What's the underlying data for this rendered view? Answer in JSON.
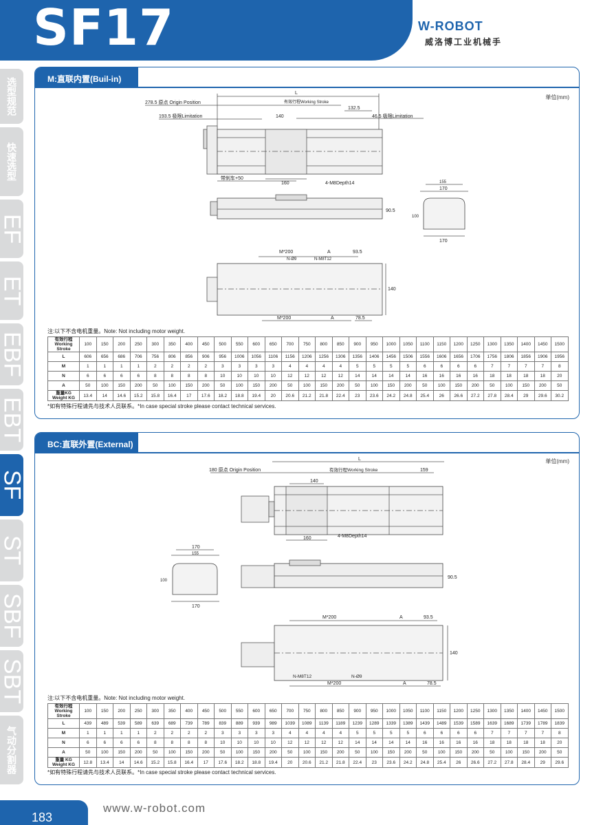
{
  "header": {
    "title": "SF17",
    "brand": "W-ROBOT",
    "brand_cn": "威洛博工业机械手"
  },
  "sidebar": {
    "tabs": [
      {
        "label": "选型规范",
        "size": "sm",
        "active": false
      },
      {
        "label": "快速选型",
        "size": "sm",
        "active": false
      },
      {
        "label": "EF",
        "size": "lg",
        "active": false
      },
      {
        "label": "ET",
        "size": "lg",
        "active": false
      },
      {
        "label": "EBF",
        "size": "lg",
        "active": false
      },
      {
        "label": "EBT",
        "size": "lg",
        "active": false
      },
      {
        "label": "SF",
        "size": "lg",
        "active": true
      },
      {
        "label": "ST",
        "size": "lg",
        "active": false
      },
      {
        "label": "SBF",
        "size": "lg",
        "active": false
      },
      {
        "label": "SBT",
        "size": "lg",
        "active": false
      },
      {
        "label": "气动分割器",
        "size": "sm",
        "active": false
      }
    ]
  },
  "section_m": {
    "title": "M:直联内置(Buil-in)",
    "unit": "单位(mm)",
    "labels": {
      "L": "L",
      "origin": "278.5 原点 Origin Position",
      "stroke": "有效行程Working Stroke",
      "d1325": "132.5",
      "limit_left": "193.5 极限Limitation",
      "d140": "140",
      "limit_right": "46.5 极限Limitation",
      "brake": "带刹车+50",
      "d160": "160",
      "tap": "4-M8Depth14",
      "d170": "170",
      "d155": "155",
      "d100": "100",
      "d170b": "170",
      "d905": "90.5",
      "m200": "M*200",
      "A": "A",
      "d935": "93.5",
      "n9": "N-Ø9",
      "n8": "N-M8T12",
      "d140v": "140",
      "m200b": "M*200",
      "Ab": "A",
      "d785": "78.5"
    },
    "note": "注:以下不含电机重量。Note: Not including motor weight.",
    "footnote": "*如有特殊行程请先与技术人员联系。*In case special stroke please contact technical services.",
    "rows": [
      {
        "head": "有效行程 Working Stroke",
        "values": [
          "100",
          "150",
          "200",
          "250",
          "300",
          "350",
          "400",
          "450",
          "500",
          "550",
          "600",
          "650",
          "700",
          "750",
          "800",
          "850",
          "900",
          "950",
          "1000",
          "1050",
          "1100",
          "1150",
          "1200",
          "1250",
          "1300",
          "1350",
          "1400",
          "1450",
          "1500"
        ]
      },
      {
        "head": "L",
        "values": [
          "606",
          "656",
          "686",
          "706",
          "756",
          "806",
          "856",
          "906",
          "956",
          "1006",
          "1056",
          "1106",
          "1156",
          "1206",
          "1256",
          "1306",
          "1356",
          "1406",
          "1456",
          "1506",
          "1556",
          "1606",
          "1656",
          "1706",
          "1756",
          "1806",
          "1856",
          "1906",
          "1956"
        ]
      },
      {
        "head": "M",
        "values": [
          "1",
          "1",
          "1",
          "1",
          "2",
          "2",
          "2",
          "2",
          "3",
          "3",
          "3",
          "3",
          "4",
          "4",
          "4",
          "4",
          "5",
          "5",
          "5",
          "5",
          "6",
          "6",
          "6",
          "6",
          "7",
          "7",
          "7",
          "7",
          "8"
        ]
      },
      {
        "head": "N",
        "values": [
          "6",
          "6",
          "6",
          "6",
          "8",
          "8",
          "8",
          "8",
          "10",
          "10",
          "10",
          "10",
          "12",
          "12",
          "12",
          "12",
          "14",
          "14",
          "14",
          "14",
          "16",
          "16",
          "16",
          "16",
          "18",
          "18",
          "18",
          "18",
          "20"
        ]
      },
      {
        "head": "A",
        "values": [
          "50",
          "100",
          "150",
          "200",
          "50",
          "100",
          "150",
          "200",
          "50",
          "100",
          "150",
          "200",
          "50",
          "100",
          "150",
          "200",
          "50",
          "100",
          "150",
          "200",
          "50",
          "100",
          "150",
          "200",
          "50",
          "100",
          "150",
          "200",
          "50"
        ]
      },
      {
        "head": "重量KG Weight KG",
        "values": [
          "13.4",
          "14",
          "14.6",
          "15.2",
          "15.8",
          "16.4",
          "17",
          "17.6",
          "18.2",
          "18.8",
          "19.4",
          "20",
          "20.6",
          "21.2",
          "21.8",
          "22.4",
          "23",
          "23.6",
          "24.2",
          "24.8",
          "25.4",
          "26",
          "26.6",
          "27.2",
          "27.8",
          "28.4",
          "29",
          "29.6",
          "30.2"
        ]
      }
    ]
  },
  "section_bc": {
    "title": "BC:直联外置(External)",
    "unit": "单位(mm)",
    "labels": {
      "L": "L",
      "origin": "180 原点 Origin Position",
      "stroke": "有效行程Working Stroke",
      "d159": "159",
      "d140": "140",
      "d160": "160",
      "tap": "4-M8Depth14",
      "d170": "170",
      "d155": "155",
      "d100": "100",
      "d170b": "170",
      "d905": "90.5",
      "m200": "M*200",
      "A": "A",
      "d935": "93.5",
      "d140v": "140",
      "n8": "N-M8T12",
      "n9": "N-Ø9",
      "m200b": "M*200",
      "Ab": "A",
      "d785": "78.5"
    },
    "note": "注:以下不含电机重量。Note: Not including motor weight.",
    "footnote": "*如有特殊行程请先与技术人员联系。*In case special stroke please contact technical services.",
    "rows": [
      {
        "head": "有效行程 Working Stroke",
        "values": [
          "100",
          "150",
          "200",
          "250",
          "300",
          "350",
          "400",
          "450",
          "500",
          "550",
          "600",
          "650",
          "700",
          "750",
          "800",
          "850",
          "900",
          "950",
          "1000",
          "1050",
          "1100",
          "1150",
          "1200",
          "1250",
          "1300",
          "1350",
          "1400",
          "1450",
          "1500"
        ]
      },
      {
        "head": "L",
        "values": [
          "439",
          "489",
          "539",
          "589",
          "639",
          "689",
          "739",
          "789",
          "839",
          "889",
          "939",
          "989",
          "1039",
          "1089",
          "1139",
          "1189",
          "1239",
          "1289",
          "1339",
          "1389",
          "1439",
          "1489",
          "1539",
          "1589",
          "1639",
          "1689",
          "1739",
          "1789",
          "1839"
        ]
      },
      {
        "head": "M",
        "values": [
          "1",
          "1",
          "1",
          "1",
          "2",
          "2",
          "2",
          "2",
          "3",
          "3",
          "3",
          "3",
          "4",
          "4",
          "4",
          "4",
          "5",
          "5",
          "5",
          "5",
          "6",
          "6",
          "6",
          "6",
          "7",
          "7",
          "7",
          "7",
          "8"
        ]
      },
      {
        "head": "N",
        "values": [
          "6",
          "6",
          "6",
          "6",
          "8",
          "8",
          "8",
          "8",
          "10",
          "10",
          "10",
          "10",
          "12",
          "12",
          "12",
          "12",
          "14",
          "14",
          "14",
          "14",
          "16",
          "16",
          "16",
          "16",
          "18",
          "18",
          "18",
          "18",
          "20"
        ]
      },
      {
        "head": "A",
        "values": [
          "50",
          "100",
          "150",
          "200",
          "50",
          "100",
          "150",
          "200",
          "50",
          "100",
          "150",
          "200",
          "50",
          "100",
          "150",
          "200",
          "50",
          "100",
          "150",
          "200",
          "50",
          "100",
          "150",
          "200",
          "50",
          "100",
          "150",
          "200",
          "50"
        ]
      },
      {
        "head": "重量 KG Weight KG",
        "values": [
          "12.8",
          "13.4",
          "14",
          "14.6",
          "15.2",
          "15.8",
          "16.4",
          "17",
          "17.6",
          "18.2",
          "18.8",
          "19.4",
          "20",
          "20.6",
          "21.2",
          "21.8",
          "22.4",
          "23",
          "23.6",
          "24.2",
          "24.8",
          "25.4",
          "26",
          "26.6",
          "27.2",
          "27.8",
          "28.4",
          "29",
          "29.6"
        ]
      }
    ]
  },
  "footer": {
    "page": "183",
    "website": "www.w-robot.com"
  }
}
